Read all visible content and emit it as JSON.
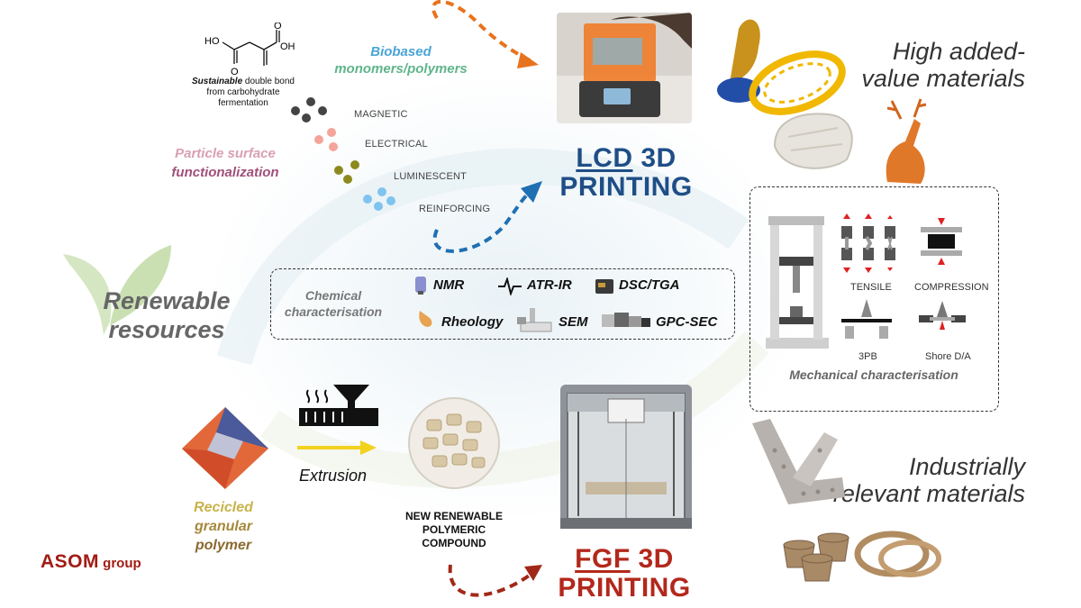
{
  "biobased": {
    "line1": "Biobased",
    "line2": "monomers/polymers"
  },
  "molecule": {
    "ho": "HO",
    "oh": "OH",
    "o1": "O",
    "o2": "O",
    "caption_bold": "Sustainable",
    "caption_rest": " double bond",
    "caption_line2": "from carbohydrate",
    "caption_line3": "fermentation"
  },
  "particles": {
    "title_line1": "Particle surface",
    "title_line2": "functionalization",
    "items": [
      {
        "label": "MAGNETIC",
        "color": "#444444"
      },
      {
        "label": "ELECTRICAL",
        "color": "#f4a49a"
      },
      {
        "label": "LUMINESCENT",
        "color": "#8c8a1e"
      },
      {
        "label": "REINFORCING",
        "color": "#7fc3ef"
      }
    ]
  },
  "lcd": {
    "label_ul": "LCD",
    "label_rest": " 3D",
    "label_line2": "PRINTING"
  },
  "fgf": {
    "label_ul": "FGF",
    "label_rest": " 3D",
    "label_line2": "PRINTING"
  },
  "high_value": {
    "line1": "High added-",
    "line2": "value materials"
  },
  "industrial": {
    "line1": "Industrially",
    "line2": "relevant materials"
  },
  "renewable": {
    "line1": "Renewable",
    "line2": "resources"
  },
  "chemical": {
    "title_line1": "Chemical",
    "title_line2": "characterisation",
    "techniques": [
      "NMR",
      "ATR-IR",
      "DSC/TGA",
      "Rheology",
      "SEM",
      "GPC-SEC"
    ]
  },
  "mechanical": {
    "title": "Mechanical characterisation",
    "tests": [
      "TENSILE",
      "COMPRESSION",
      "3PB",
      "Shore D/A"
    ]
  },
  "extrusion": {
    "label": "Extrusion"
  },
  "recycled": {
    "line1": "Recicled",
    "line2": "granular",
    "line3": "polymer"
  },
  "compound": {
    "line1": "NEW RENEWABLE",
    "line2": "POLYMERIC",
    "line3": "COMPOUND"
  },
  "group": {
    "name": "ASOM",
    "suffix": " group"
  },
  "colors": {
    "lcd_blue": "#1f4e86",
    "fgf_red": "#b3281c",
    "arrow_orange": "#e8731e",
    "arrow_blue": "#1f6fb3",
    "arrow_red": "#a12818",
    "extrusion_arrow": "#f2d21c"
  }
}
